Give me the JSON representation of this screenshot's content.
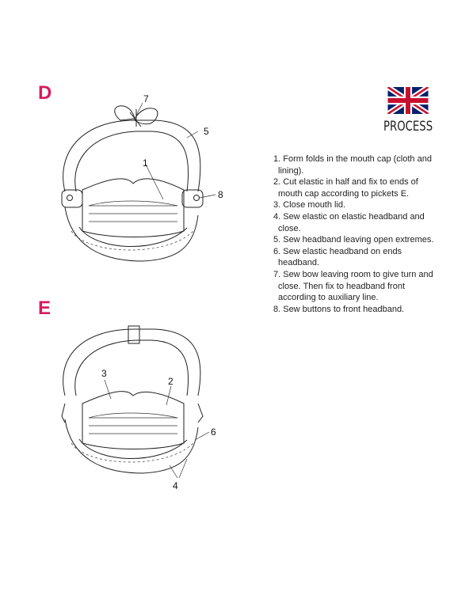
{
  "sections": {
    "d": {
      "letter": "D"
    },
    "e": {
      "letter": "E"
    }
  },
  "header": {
    "flag_icon": "uk-flag-icon",
    "title": "PROCESS"
  },
  "callouts": {
    "d": [
      "7",
      "5",
      "1",
      "8"
    ],
    "e": [
      "3",
      "2",
      "6",
      "4"
    ]
  },
  "steps": [
    "1. Form folds in the mouth cap (cloth and lining).",
    "2. Cut elastic in half and fix to ends of mouth cap according to pickets E.",
    "3. Close mouth lid.",
    "4. Sew elastic on elastic headband and close.",
    "5. Sew headband leaving open extremes.",
    "6. Sew elastic headband on ends headband.",
    "7. Sew bow leaving room to give turn and close. Then fix to headband front according to auxiliary line.",
    "8. Sew buttons to front headband."
  ],
  "colors": {
    "section_letter": "#d81b60",
    "flag_blue": "#012169",
    "flag_red": "#c8102e"
  }
}
